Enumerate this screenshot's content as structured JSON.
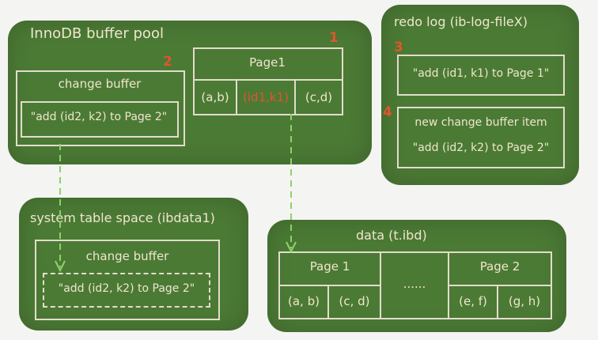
{
  "buffer_pool": {
    "title": "InnoDB buffer pool",
    "marker_page": "1",
    "marker_cb": "2",
    "change_buffer": {
      "title": "change buffer",
      "item": "\"add (id2, k2) to Page 2\""
    },
    "page1": {
      "title": "Page1",
      "cells": [
        "(a,b)",
        "(id1,k1)",
        "(c,d)"
      ]
    }
  },
  "redo_log": {
    "title": "redo log (ib-log-fileX)",
    "marker_3": "3",
    "marker_4": "4",
    "item1": "\"add (id1, k1) to Page 1\"",
    "item2_line1": "new change buffer item",
    "item2_line2": "\"add (id2, k2) to Page 2\""
  },
  "system_tablespace": {
    "title": "system table space (ibdata1)",
    "cb_title": "change buffer",
    "item": "\"add (id2, k2) to Page 2\""
  },
  "data_file": {
    "title": "data (t.ibd)",
    "page1_title": "Page 1",
    "page1_cells": [
      "(a, b)",
      "(c, d)"
    ],
    "ellipsis": "......",
    "page2_title": "Page 2",
    "page2_cells": [
      "(e, f)",
      "(g, h)"
    ]
  },
  "colors": {
    "board": "#4b7a35",
    "chalk": "#efe6cc",
    "accent": "#e0552c",
    "arrow": "#8fd16a"
  }
}
